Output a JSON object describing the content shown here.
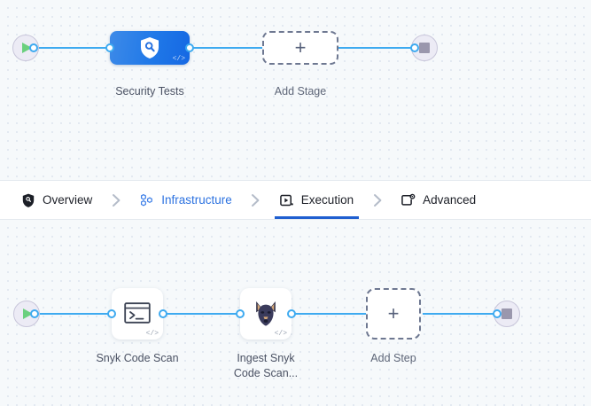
{
  "stage_graph": {
    "start_node": {
      "name": "start-node",
      "icon": "play-icon"
    },
    "end_node": {
      "name": "end-node",
      "icon": "stop-icon"
    },
    "nodes": [
      {
        "id": "security-tests",
        "label": "Security Tests",
        "icon": "shield-search-icon",
        "badge": "</>",
        "type": "stage"
      },
      {
        "id": "add-stage",
        "label": "Add Stage",
        "icon": "plus-icon",
        "type": "add"
      }
    ]
  },
  "tabs": {
    "items": [
      {
        "id": "overview",
        "label": "Overview",
        "icon": "shield-icon",
        "state": "default"
      },
      {
        "id": "infrastructure",
        "label": "Infrastructure",
        "icon": "hexagons-icon",
        "state": "highlighted"
      },
      {
        "id": "execution",
        "label": "Execution",
        "icon": "play-box-icon",
        "state": "active"
      },
      {
        "id": "advanced",
        "label": "Advanced",
        "icon": "box-gear-icon",
        "state": "default"
      }
    ],
    "separator": "chevron-right-icon"
  },
  "step_graph": {
    "start_node": {
      "name": "start-node",
      "icon": "play-icon"
    },
    "end_node": {
      "name": "end-node",
      "icon": "stop-icon"
    },
    "nodes": [
      {
        "id": "snyk-code-scan",
        "label": "Snyk Code Scan",
        "icon": "terminal-icon",
        "badge": "</>",
        "type": "step"
      },
      {
        "id": "ingest-snyk-code-scan",
        "label_line1": "Ingest Snyk",
        "label_line2": "Code Scan...",
        "icon": "snyk-dog-icon",
        "badge": "</>",
        "type": "step"
      },
      {
        "id": "add-step",
        "label": "Add Step",
        "icon": "plus-icon",
        "type": "add"
      }
    ]
  },
  "symbols": {
    "plus": "+",
    "chevron": "›"
  },
  "colors": {
    "accent_blue": "#3eaaf0",
    "stage_blue": "#1f78e8",
    "tab_active": "#1f5fd0",
    "tab_link": "#2c72e0",
    "canvas_bg": "#f6f9fb",
    "dot_grid": "#dfe6ef",
    "play_green": "#6bd07e",
    "stop_gray": "#9a97ad"
  }
}
